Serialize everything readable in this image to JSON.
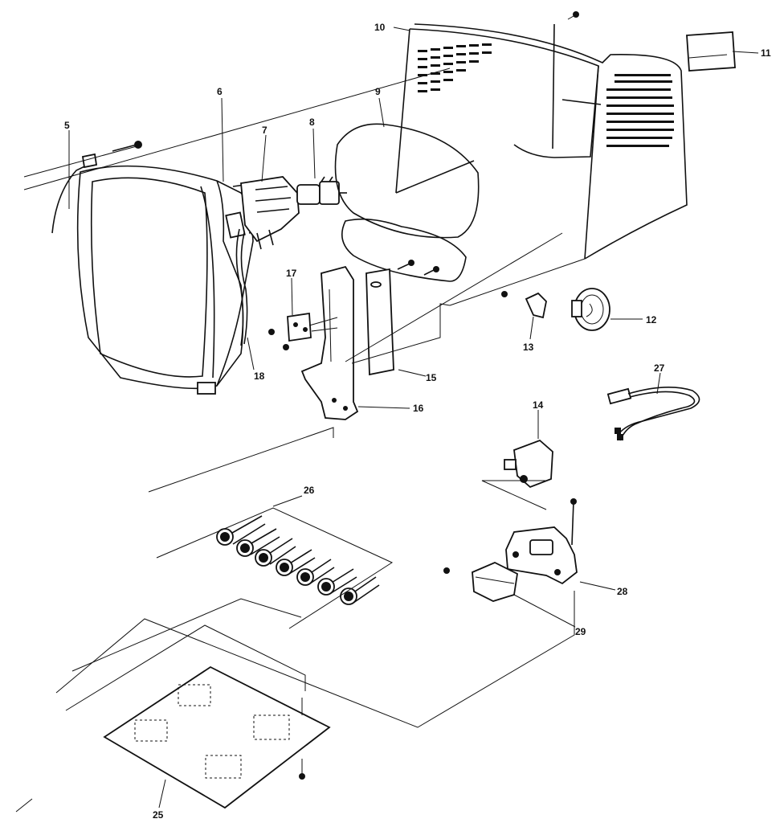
{
  "diagram": {
    "type": "exploded-parts-diagram",
    "callouts": [
      {
        "id": "p5",
        "label": "5"
      },
      {
        "id": "p6",
        "label": "6"
      },
      {
        "id": "p7",
        "label": "7"
      },
      {
        "id": "p8",
        "label": "8"
      },
      {
        "id": "p9",
        "label": "9"
      },
      {
        "id": "p10",
        "label": "10"
      },
      {
        "id": "p11",
        "label": "11"
      },
      {
        "id": "p12",
        "label": "12"
      },
      {
        "id": "p13",
        "label": "13"
      },
      {
        "id": "p14",
        "label": "14"
      },
      {
        "id": "p15",
        "label": "15"
      },
      {
        "id": "p16",
        "label": "16"
      },
      {
        "id": "p17",
        "label": "17"
      },
      {
        "id": "p18",
        "label": "18"
      },
      {
        "id": "p25",
        "label": "25"
      },
      {
        "id": "p26",
        "label": "26"
      },
      {
        "id": "p27",
        "label": "27"
      },
      {
        "id": "p28",
        "label": "28"
      },
      {
        "id": "p29",
        "label": "29"
      }
    ]
  }
}
